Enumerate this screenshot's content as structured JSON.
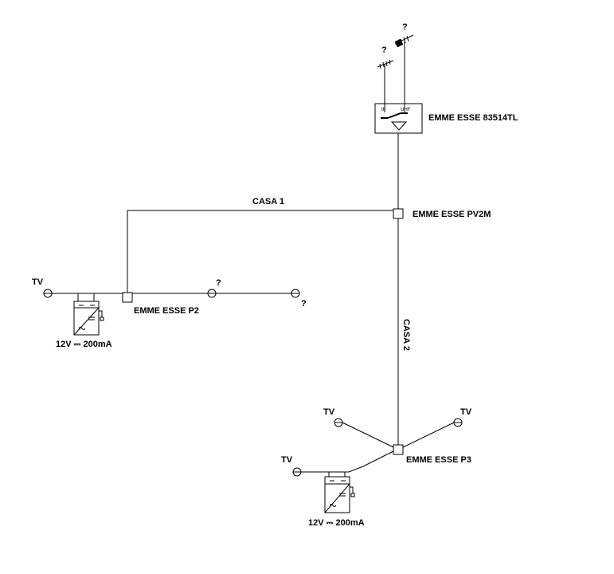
{
  "labels": {
    "amp": "EMME ESSE 83514TL",
    "pv2m": "EMME ESSE PV2M",
    "p2": "EMME ESSE P2",
    "p3": "EMME ESSE P3",
    "casa1": "CASA 1",
    "casa2": "CASA 2",
    "tv": "TV",
    "unknown": "?",
    "psu": "12V ⎓ 200mA"
  },
  "amp_inputs": {
    "vhf": "III",
    "uhf": "UHF"
  }
}
